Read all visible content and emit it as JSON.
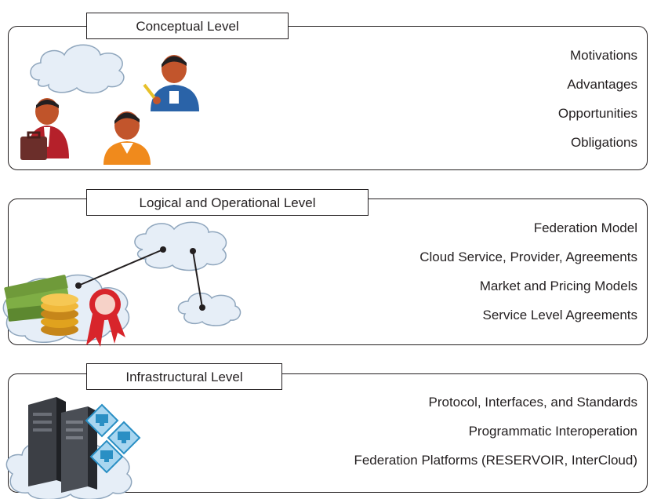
{
  "levels": [
    {
      "title": "Conceptual Level",
      "items": [
        "Motivations",
        "Advantages",
        "Opportunities",
        "Obligations"
      ],
      "illustration": "people-and-cloud-icon"
    },
    {
      "title": "Logical and Operational Level",
      "items": [
        "Federation Model",
        "Cloud Service, Provider, Agreements",
        "Market and Pricing Models",
        "Service Level Agreements"
      ],
      "illustration": "connected-clouds-money-icon"
    },
    {
      "title": "Infrastructural Level",
      "items": [
        "Protocol, Interfaces, and Standards",
        "Programmatic Interoperation",
        "Federation Platforms (RESERVOIR, InterCloud)"
      ],
      "illustration": "servers-network-icon"
    }
  ],
  "colors": {
    "border": "#231f20",
    "cloud_fill": "#e6eef7",
    "cloud_stroke": "#8fa6bd",
    "money_green": "#6f9a3a",
    "coin_gold": "#e0a21e",
    "ribbon_red": "#d8252b",
    "server_dark": "#3c3f45",
    "monitor_blue": "#2a8fc4"
  }
}
